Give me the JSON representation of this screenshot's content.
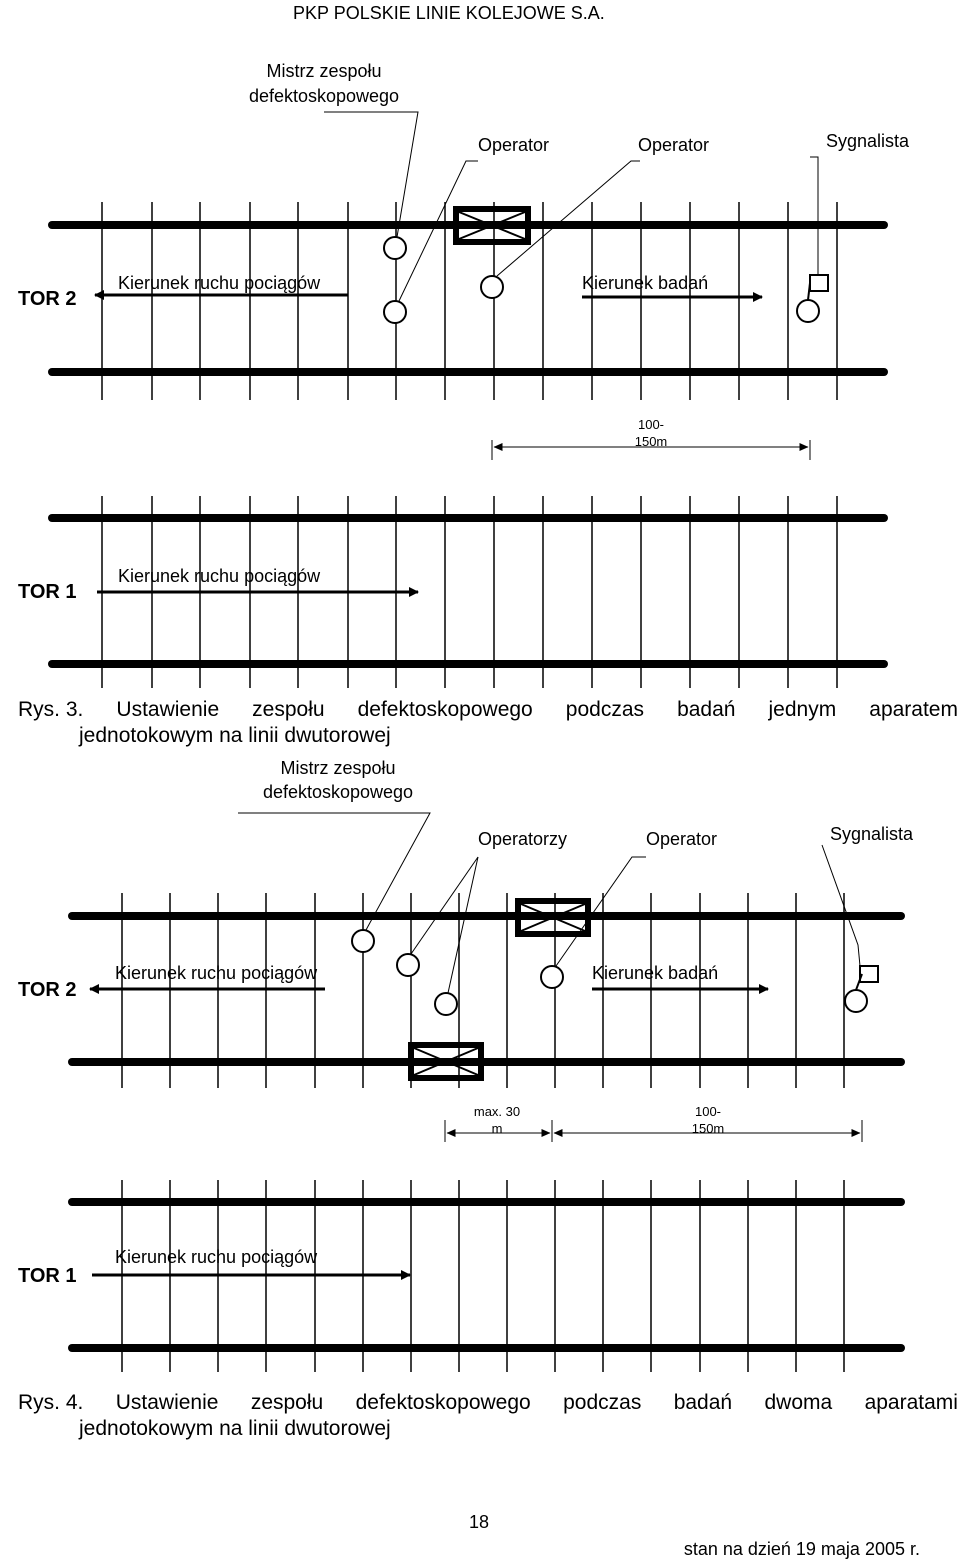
{
  "header": {
    "company": "PKP POLSKIE LINIE KOLEJOWE S.A."
  },
  "figure3": {
    "master_l1": "Mistrz zespołu",
    "master_l2": "defektoskopowego",
    "operator_a": "Operator",
    "operator_b": "Operator",
    "signalman": "Sygnalista",
    "track2": "TOR 2",
    "train_dir_t2": "Kierunek ruchu pociągów",
    "test_dir": "Kierunek badań",
    "dist_l1": "100-",
    "dist_l2": "150m",
    "track1": "TOR 1",
    "train_dir_t1": "Kierunek ruchu pociągów",
    "caption": {
      "line1_words": [
        "Rys. 3.",
        "Ustawienie",
        "zespołu",
        "defektoskopowego",
        "podczas",
        "badań",
        "jednym",
        "aparatem"
      ],
      "line2": "jednotokowym na linii dwutorowej"
    }
  },
  "figure4": {
    "master_l1": "Mistrz zespołu",
    "master_l2": "defektoskopowego",
    "operators": "Operatorzy",
    "operator": "Operator",
    "signalman": "Sygnalista",
    "track2": "TOR 2",
    "train_dir_t2": "Kierunek ruchu pociągów",
    "test_dir": "Kierunek badań",
    "max_l1": "max. 30",
    "max_l2": "m",
    "dist_l1": "100-",
    "dist_l2": "150m",
    "track1": "TOR 1",
    "train_dir_t1": "Kierunek ruchu pociągów",
    "caption": {
      "line1_words": [
        "Rys. 4.",
        "Ustawienie",
        "zespołu",
        "defektoskopowego",
        "podczas",
        "badań",
        "dwoma",
        "aparatami"
      ],
      "line2": "jednotokowym na linii dwutorowej"
    }
  },
  "footer": {
    "page_number": "18",
    "date": "stan na dzień 19 maja 2005 r."
  }
}
